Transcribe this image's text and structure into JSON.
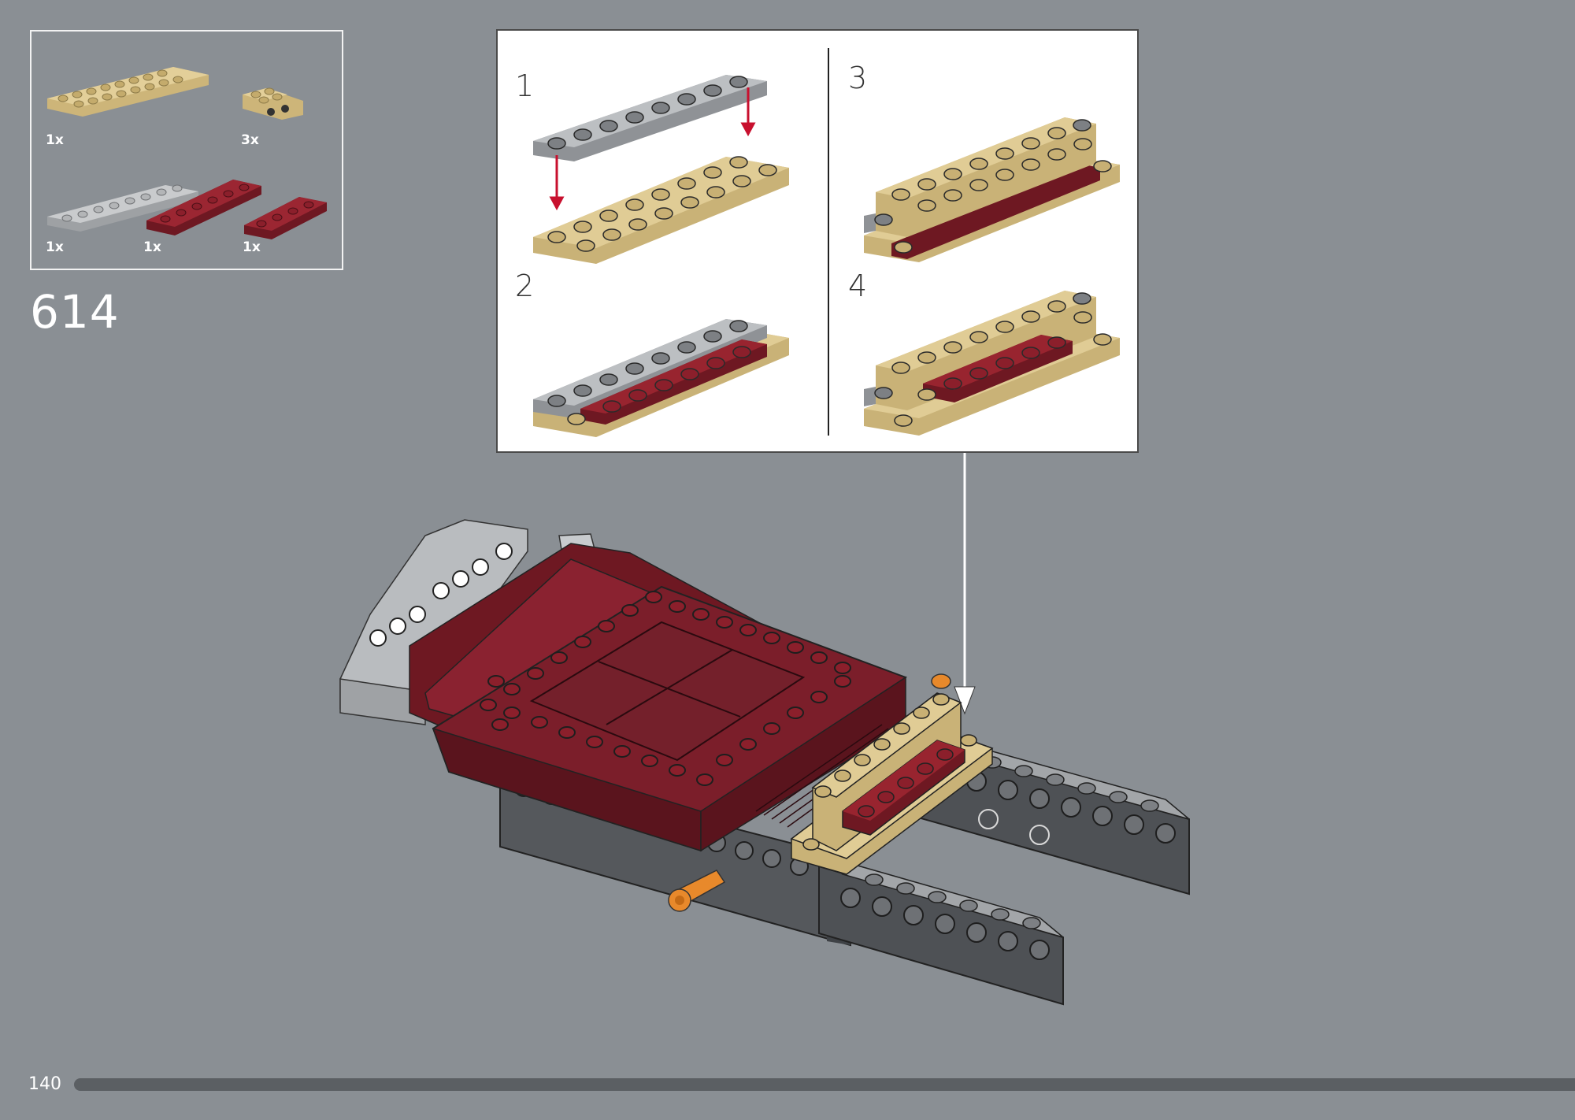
{
  "parts_list": {
    "items": [
      {
        "part": "tan plate 2x8",
        "color": "#d8c38c",
        "qty": "1x"
      },
      {
        "part": "tan bracket 1x2-2x2",
        "color": "#d8c38c",
        "qty": "3x"
      },
      {
        "part": "light grey plate 1x8",
        "color": "#a9acaf",
        "qty": "1x"
      },
      {
        "part": "dark red plate 1x6",
        "color": "#8b1f2b",
        "qty": "1x"
      },
      {
        "part": "dark red plate 1x4",
        "color": "#8b1f2b",
        "qty": "1x"
      }
    ]
  },
  "step": {
    "number": "614"
  },
  "sub_steps": [
    {
      "label": "1"
    },
    {
      "label": "2"
    },
    {
      "label": "3"
    },
    {
      "label": "4"
    }
  ],
  "footer": {
    "page_number": "140",
    "progress_percent": 100
  },
  "colors": {
    "background": "#8a8f94",
    "tan": "#d8c38c",
    "dark_red": "#7c1f2a",
    "light_grey": "#a9acaf",
    "dark_grey": "#5a5d61",
    "orange": "#e8892b",
    "arrow_red": "#c8102e"
  }
}
